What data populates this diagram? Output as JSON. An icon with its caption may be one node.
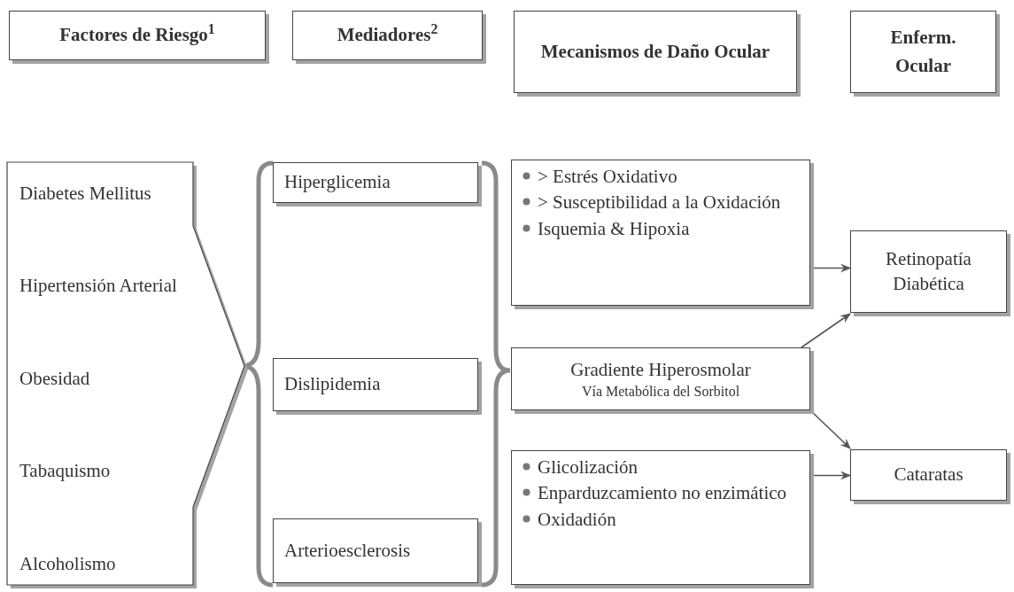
{
  "diagram": {
    "nodes": [
      {
        "text": [
          "Factores de Riesgo$^{1}$"
        ]
      },
      {
        "text": [
          "Mediadores$^{2}$"
        ]
      },
      {
        "text": [
          "Mecanismos de Daño Ocular"
        ]
      },
      {
        "text": [
          "Enferm. Ocular"
        ]
      },
      {
        "text": [
          "Diabetes Mellitus",
          "Hipertensión Arterial",
          "Obesidad",
          "Tabaquismo",
          "Alcoholismo"
        ]
      },
      {
        "text": [
          "Hiperglicemia"
        ]
      },
      {
        "text": [
          "Dislipidemia"
        ]
      },
      {
        "text": [
          "Arterioesclerosis"
        ]
      },
      {
        "text": [
          "> Estrés Oxidativo",
          "> Susceptibilidad a la Oxidación",
          "Isquemia & Hipoxia"
        ]
      },
      {
        "text": [
          "Retinopatía Diabética"
        ]
      },
      {
        "text": [
          "Gradiente Hiperosmolar",
          "Vía Metabólica del Sorbitol"
        ]
      },
      {
        "text": [
          "Cataratas"
        ]
      },
      {
        "text": [
          "Glicolización",
          "Enparduzcamiento no enzimático",
          "Oxidadión"
        ]
      }
    ],
    "edges": [
      {
        "from": 8,
        "to": 9,
        "arrow": "to"
      },
      {
        "from": 10,
        "to": 9,
        "arrow": "to"
      },
      {
        "from": 10,
        "to": 11,
        "arrow": "to"
      },
      {
        "from": 12,
        "to": 11,
        "arrow": "to"
      }
    ]
  }
}
